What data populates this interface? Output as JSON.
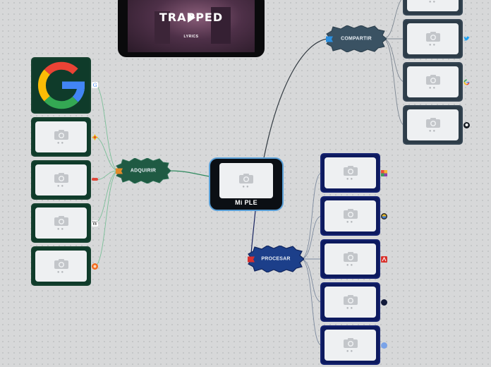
{
  "central_node": {
    "label": "Mi PLE"
  },
  "branches": {
    "adquirir": {
      "label": "ADQUIRIR",
      "color": "#1f5a43"
    },
    "procesar": {
      "label": "PROCESAR",
      "color": "#1c3f8a"
    },
    "compartir": {
      "label": "COMPARTIR",
      "color": "#3a5263"
    }
  },
  "video_embed": {
    "title": "TRAPPED",
    "subtitle": "LYRICS"
  },
  "adquirir_items": [
    {
      "image": "google-logo",
      "badge_icon": "google-icon",
      "badge_text": "G"
    },
    {
      "image": "placeholder",
      "badge_icon": "colorful-app-icon",
      "badge_text": ""
    },
    {
      "image": "placeholder",
      "badge_icon": "red-app-icon",
      "badge_text": ""
    },
    {
      "image": "placeholder",
      "badge_icon": "wikipedia-icon",
      "badge_text": "W"
    },
    {
      "image": "placeholder",
      "badge_icon": "orange-app-icon",
      "badge_text": ""
    }
  ],
  "procesar_items": [
    {
      "image": "placeholder",
      "badge_icon": "colorful-grid-icon"
    },
    {
      "image": "placeholder",
      "badge_icon": "round-app-icon"
    },
    {
      "image": "placeholder",
      "badge_icon": "adobe-acrobat-icon"
    },
    {
      "image": "placeholder",
      "badge_icon": "dark-circle-icon"
    },
    {
      "image": "placeholder",
      "badge_icon": "blue-circle-icon"
    }
  ],
  "compartir_items": [
    {
      "image": "placeholder",
      "badge_icon": ""
    },
    {
      "image": "placeholder",
      "badge_icon": "twitter-icon"
    },
    {
      "image": "placeholder",
      "badge_icon": "google-icon"
    },
    {
      "image": "placeholder",
      "badge_icon": "github-icon"
    }
  ],
  "colors": {
    "canvas": "#d7d8d9",
    "central_border": "#5aa0d8"
  }
}
